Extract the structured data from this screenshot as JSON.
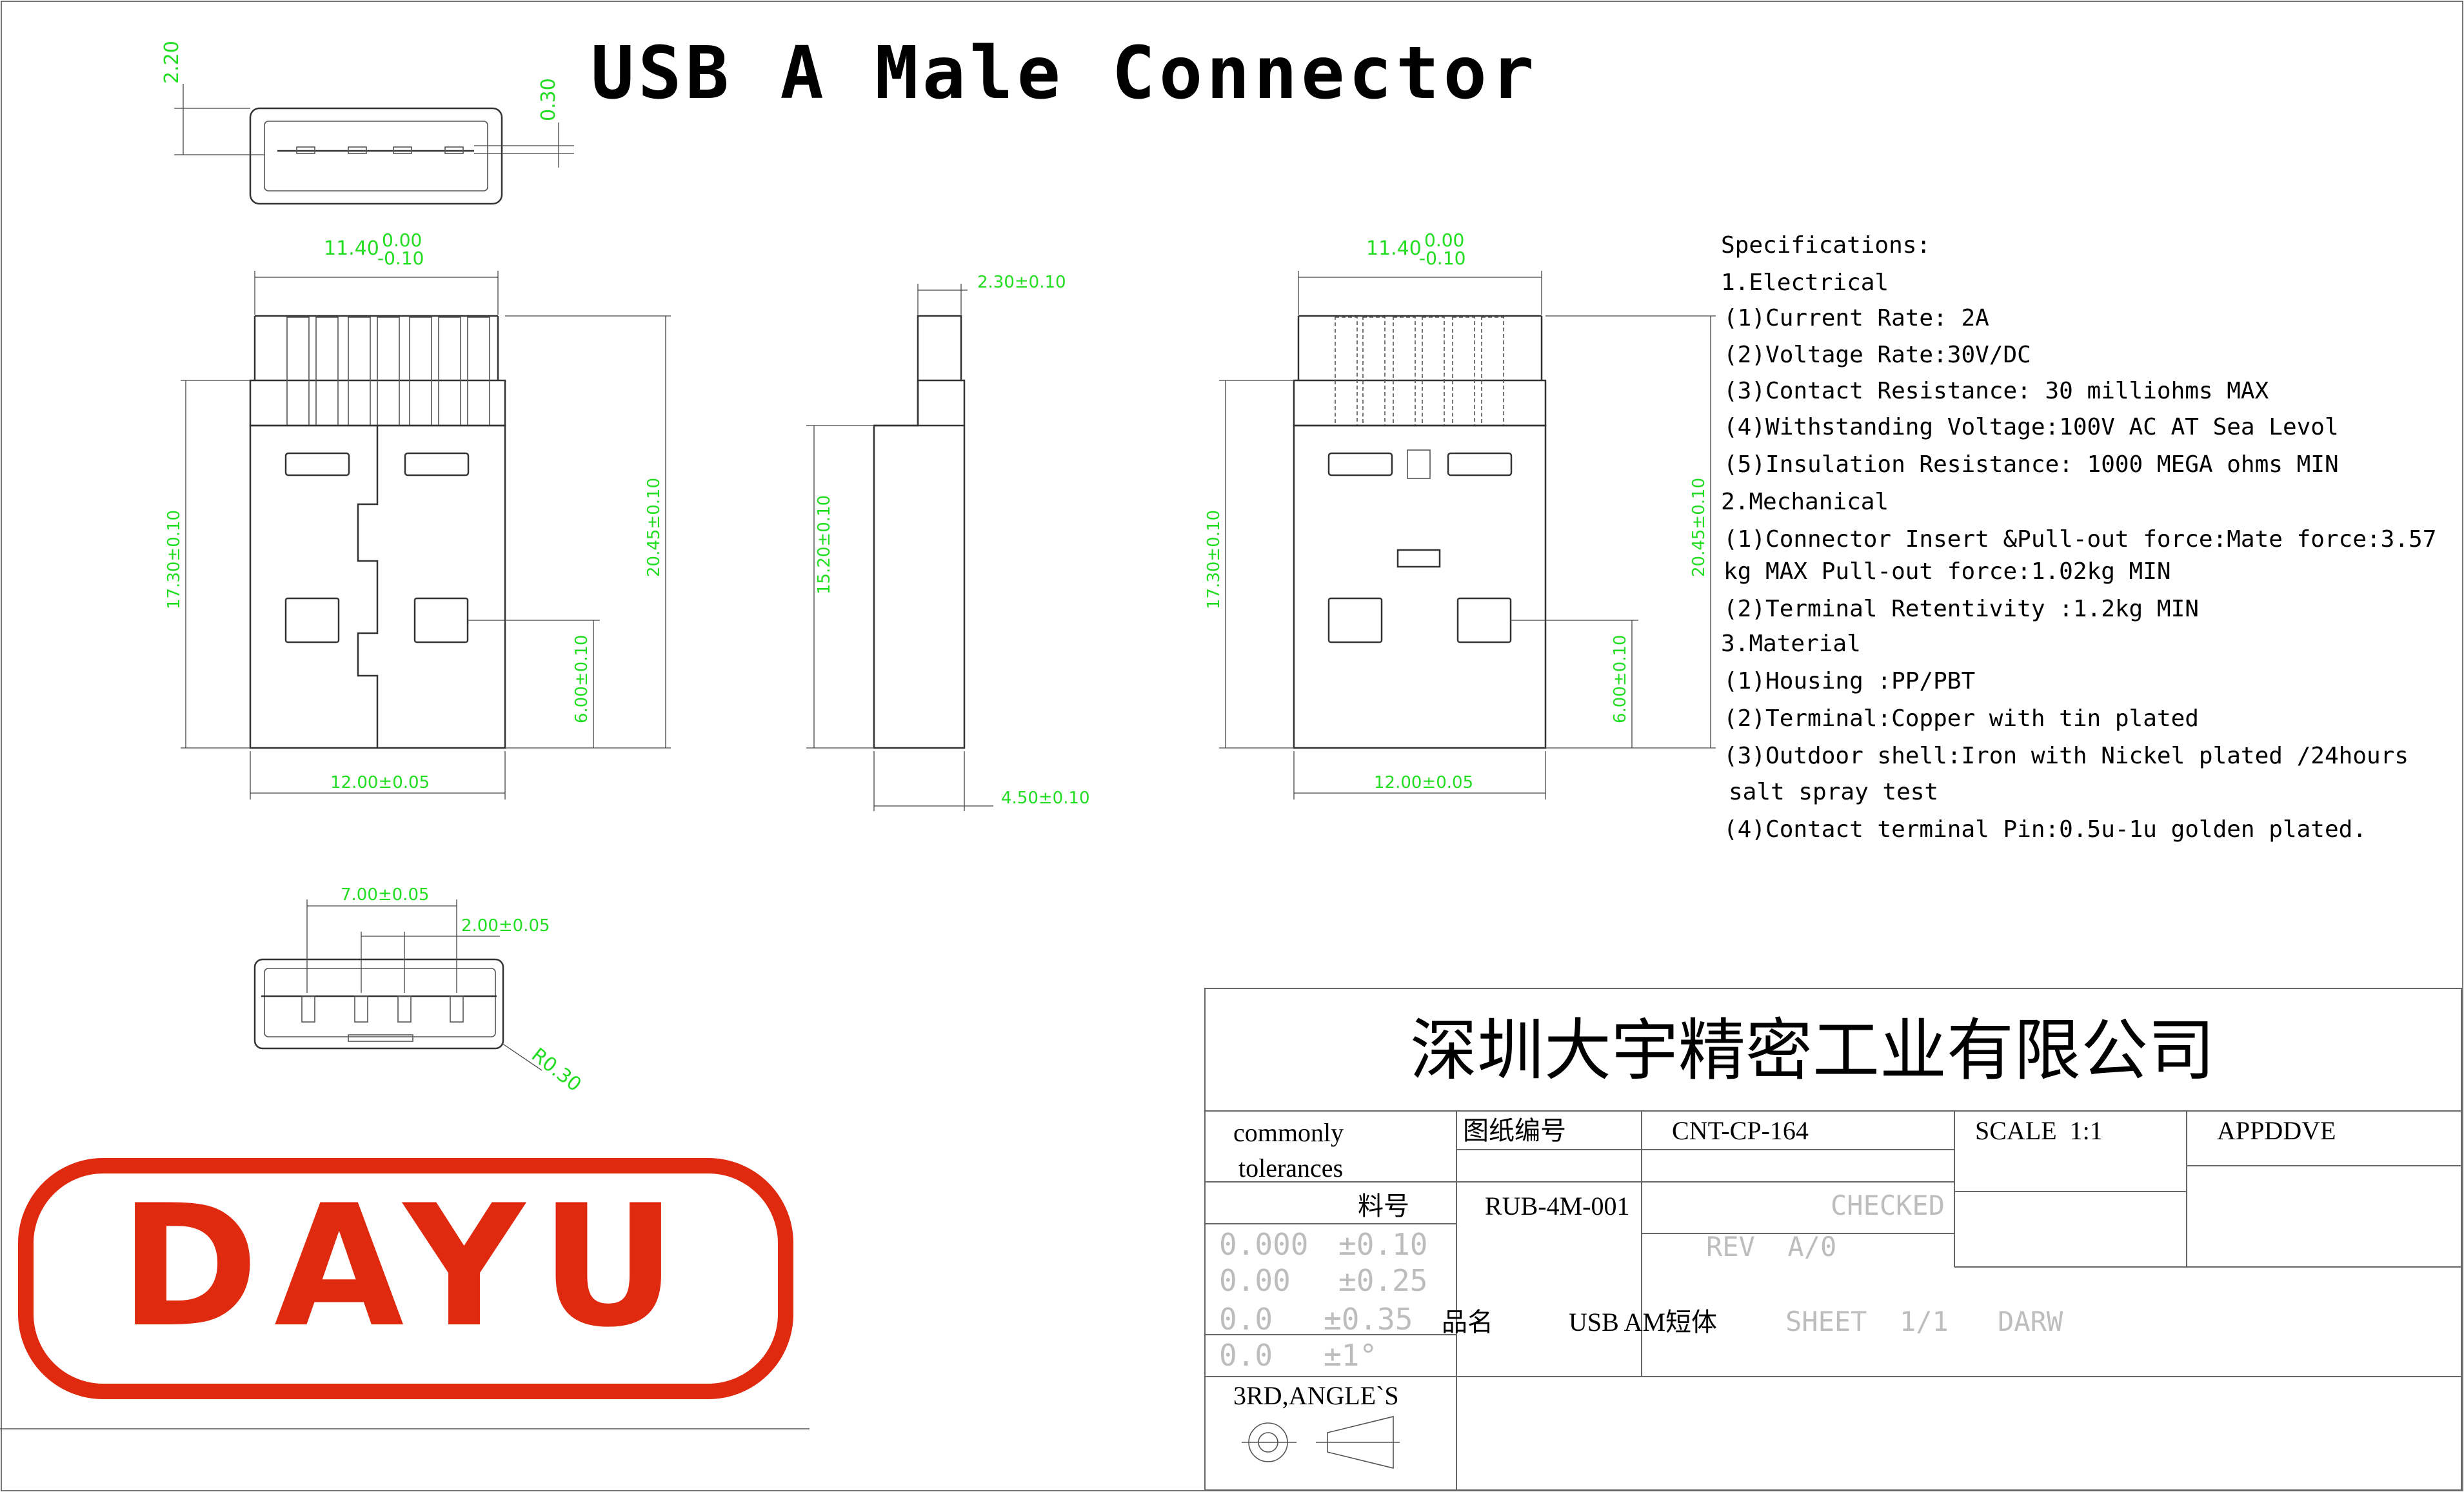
{
  "title": "USB A Male Connector",
  "dimensions": {
    "d_2_20": "2.20",
    "d_0_30": "0.30",
    "d_11_40": "11.40",
    "tol_upper": "0.00",
    "tol_lower": "-0.10",
    "d_2_30": "2.30±0.10",
    "d_17_30": "17.30±0.10",
    "d_20_45": "20.45±0.10",
    "d_6_00": "6.00±0.10",
    "d_15_20": "15.20±0.10",
    "d_12_00": "12.00±0.05",
    "d_4_50": "4.50±0.10",
    "d_7_00": "7.00±0.05",
    "d_2_00": "2.00±0.05",
    "d_r030": "R0.30"
  },
  "specifications": {
    "heading": "Specifications:",
    "lines": [
      "1.Electrical",
      "(1)Current Rate: 2A",
      "(2)Voltage Rate:30V/DC",
      "(3)Contact Resistance: 30 milliohms MAX",
      "(4)Withstanding Voltage:100V AC AT Sea Levol",
      "(5)Insulation Resistance: 1000 MEGA ohms MIN",
      "2.Mechanical",
      "(1)Connector Insert &Pull-out force:Mate force:3.57",
      "kg MAX Pull-out force:1.02kg MIN",
      "(2)Terminal Retentivity :1.2kg MIN",
      "3.Material",
      "(1)Housing :PP/PBT",
      "(2)Terminal:Copper with tin plated",
      "(3)Outdoor shell:Iron with Nickel plated /24hours",
      "salt spray test",
      "(4)Contact terminal Pin:0.5u-1u golden plated."
    ]
  },
  "logo": {
    "text": "DAYU",
    "color": "#e02a10"
  },
  "title_block": {
    "company": "深圳大宇精密工业有限公司",
    "commonly": "commonly",
    "tolerances": "tolerances",
    "drawing_no_label": "图纸编号",
    "drawing_no": "CNT-CP-164",
    "scale": "SCALE  1:1",
    "approved": "APPDDVE",
    "part_no_label": "料号",
    "part_no": "RUB-4M-001",
    "checked": "CHECKED",
    "rev": "REV  A/0",
    "tol_rows": [
      {
        "precision": "0.000",
        "tol": "±0.10"
      },
      {
        "precision": "0.00",
        "tol": "±0.25"
      },
      {
        "precision": "0.0",
        "tol": "±0.35"
      },
      {
        "precision": "0.0",
        "tol": "±1°"
      }
    ],
    "name_label": "品名",
    "name": "USB AM短体",
    "sheet": "SHEET  1/1",
    "drawn": "DARW",
    "angle": "3RD,ANGLE`S"
  }
}
